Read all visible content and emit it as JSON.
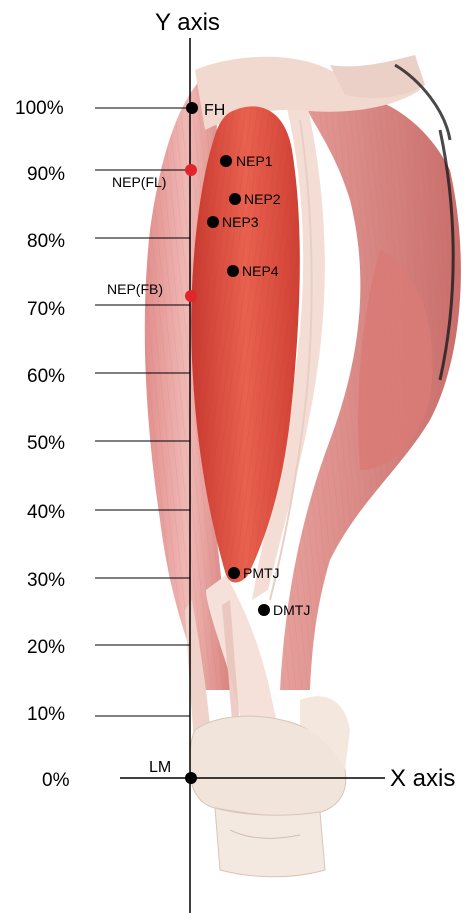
{
  "axes": {
    "y_title": "Y axis",
    "x_title": "X axis"
  },
  "ticks": [
    "100%",
    "90%",
    "80%",
    "70%",
    "60%",
    "50%",
    "40%",
    "30%",
    "20%",
    "10%",
    "0%"
  ],
  "landmarks": {
    "fh": "FH",
    "lm": "LM",
    "nep1": "NEP1",
    "nep2": "NEP2",
    "nep3": "NEP3",
    "nep4": "NEP4",
    "nep_fl": "NEP(FL)",
    "nep_fb": "NEP(FB)",
    "pmtj": "PMTJ",
    "dmtj": "DMTJ"
  },
  "colors": {
    "anatomical_point": "#000000",
    "nep_fiber_point": "#e0262b",
    "muscle_main": "#e2574c",
    "muscle_side": "#e9a2a1",
    "tendon": "#f6e3dc"
  }
}
